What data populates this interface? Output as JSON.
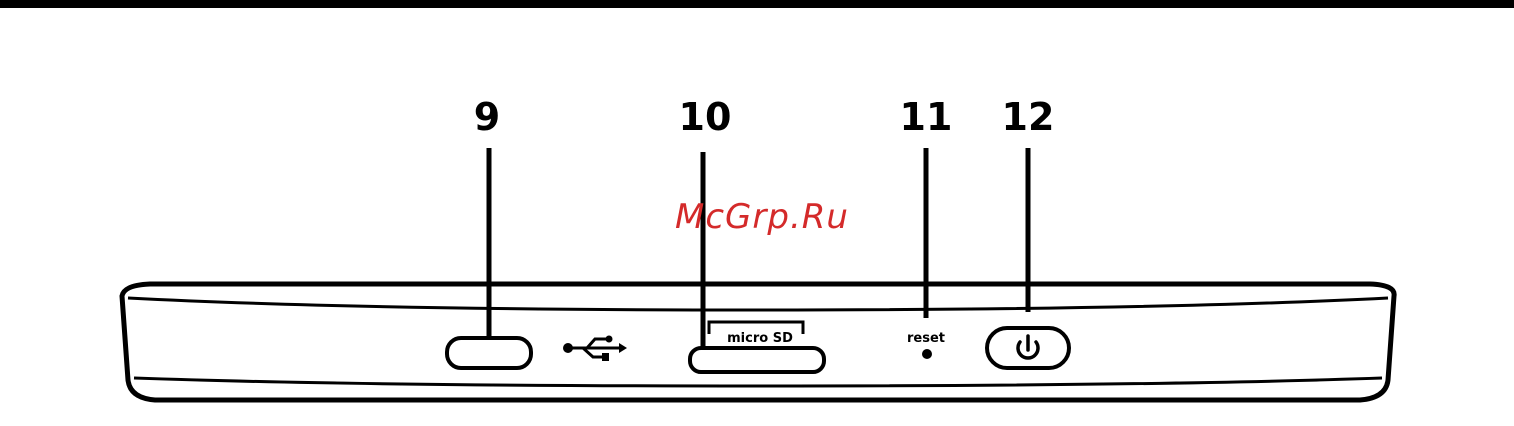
{
  "callouts": {
    "c9": "9",
    "c10": "10",
    "c11": "11",
    "c12": "12"
  },
  "labels": {
    "micro_sd": "micro SD",
    "reset": "reset"
  },
  "watermark": "McGrp.Ru",
  "icons": {
    "usb": "usb-icon",
    "power": "power-icon"
  },
  "colors": {
    "line": "#000000",
    "watermark": "#d42a2a",
    "background": "#ffffff"
  }
}
